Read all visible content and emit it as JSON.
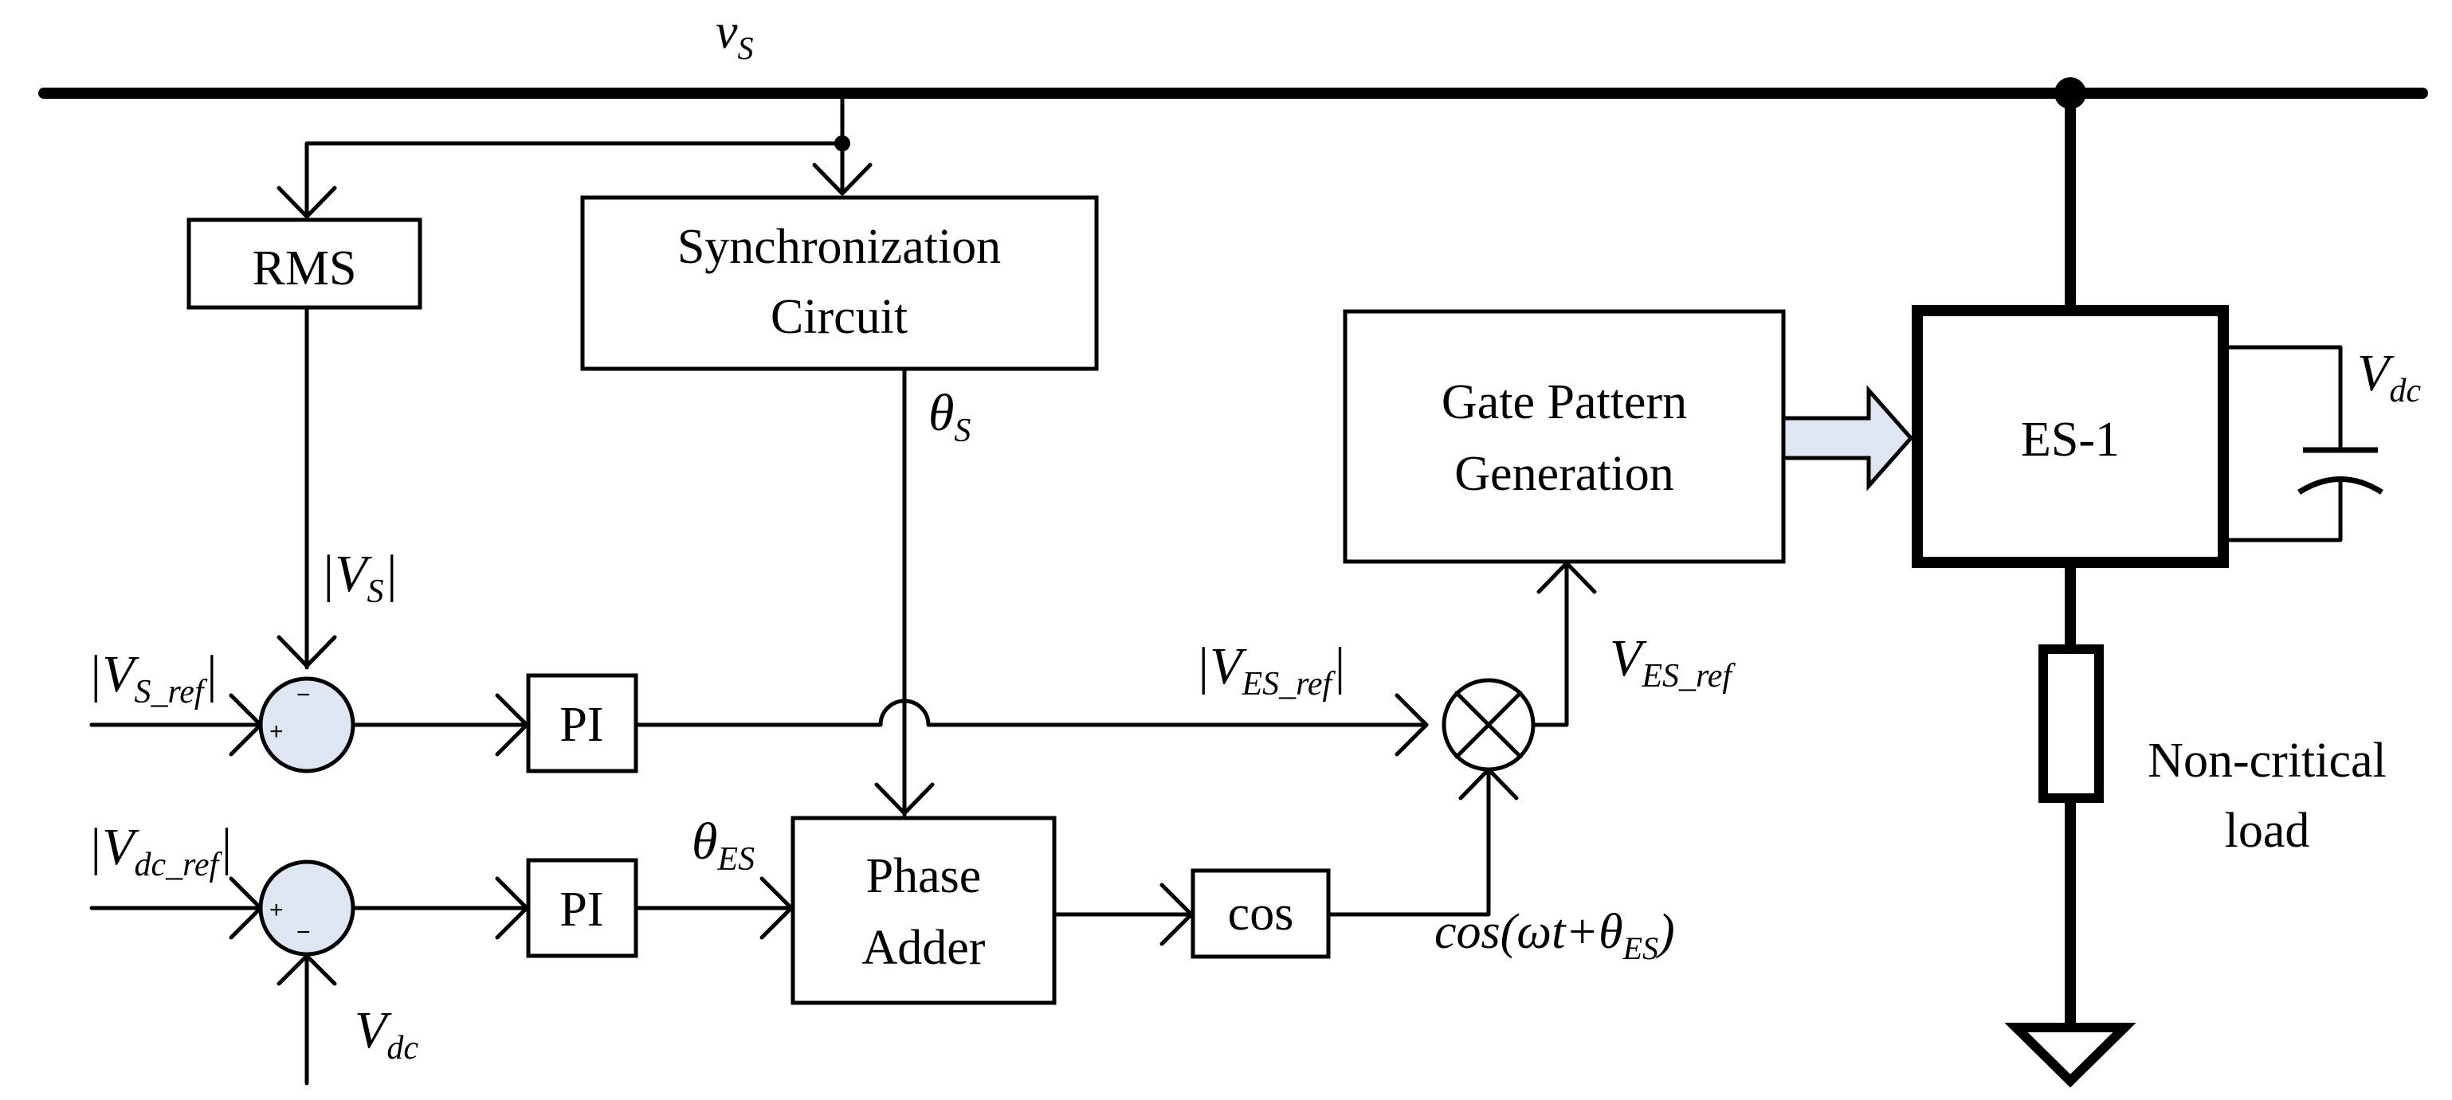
{
  "bus_label": {
    "main": "v",
    "sub": "S"
  },
  "blocks": {
    "rms": "RMS",
    "sync_line1": "Synchronization",
    "sync_line2": "Circuit",
    "gate_line1": "Gate Pattern",
    "gate_line2": "Generation",
    "es1": "ES-1",
    "pi_top": "PI",
    "pi_bottom": "PI",
    "phase_line1": "Phase",
    "phase_line2": "Adder",
    "cos": "cos"
  },
  "signals": {
    "theta_s": {
      "main": "θ",
      "sub": "S"
    },
    "vs_abs": {
      "pre": "|V",
      "sub": "S",
      "post": "|"
    },
    "vs_ref": {
      "pre": "|V",
      "sub": "S_ref",
      "post": "|"
    },
    "vdc_ref": {
      "pre": "|V",
      "sub": "dc_ref",
      "post": "|"
    },
    "vdc_in": {
      "main": "V",
      "sub": "dc"
    },
    "vdc_cap": {
      "main": "V",
      "sub": "dc"
    },
    "theta_es": {
      "main": "θ",
      "sub": "ES"
    },
    "ves_ref_abs": {
      "pre": "|V",
      "sub": "ES_ref",
      "post": "|"
    },
    "ves_ref": {
      "main": "V",
      "sub": "ES_ref"
    },
    "cos_expr": {
      "pre": "cos(ωt+θ",
      "sub": "ES",
      "post": ")"
    }
  },
  "summers": {
    "top": {
      "plus": "+",
      "minus": "−"
    },
    "bottom": {
      "plus": "+",
      "minus": "−"
    }
  },
  "load_label": {
    "line1": "Non-critical",
    "line2": "load"
  },
  "colors": {
    "summer_fill": "#dde6f2",
    "gate_arrow_fill": "#dde6f2",
    "line": "#000000"
  }
}
